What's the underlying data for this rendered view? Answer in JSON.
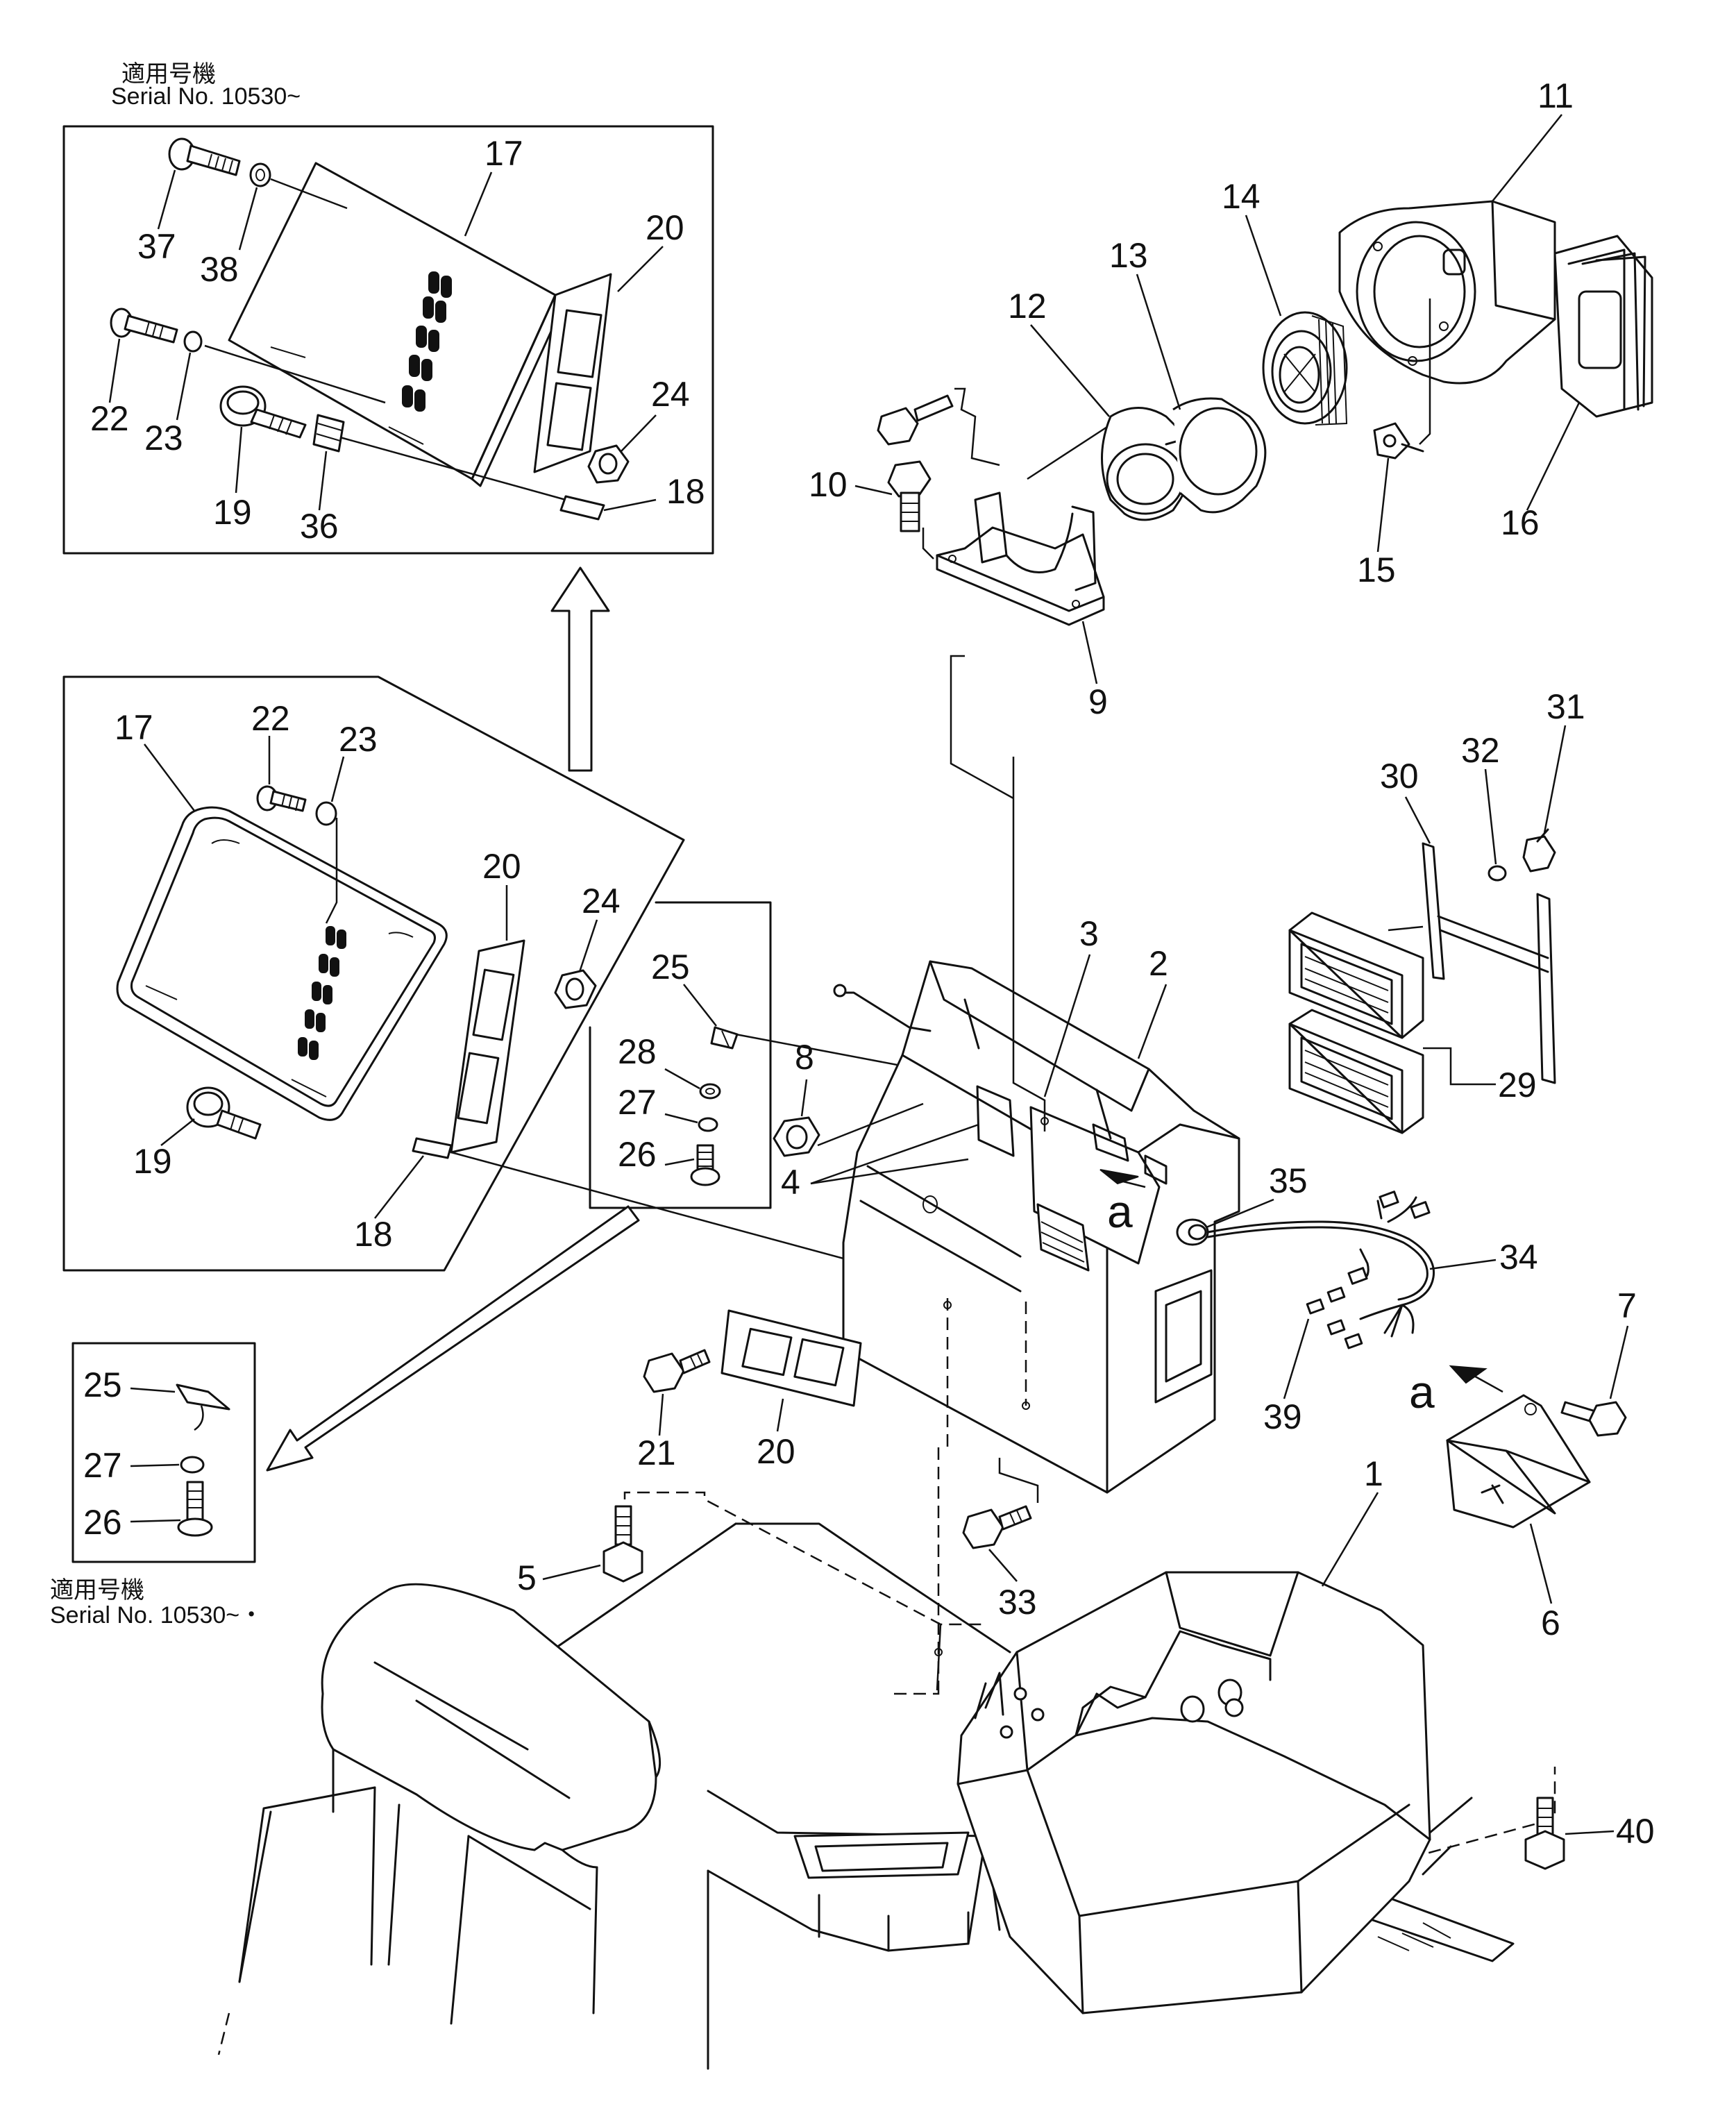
{
  "serial_note_top": {
    "jp": "適用号機",
    "en": "Serial  No.  10530~"
  },
  "serial_note_bottom": {
    "jp": "適用号機",
    "en": "Serial  No.  10530~・"
  },
  "arrow_letters": [
    "a",
    "a"
  ],
  "labels": {
    "p1": "1",
    "p2": "2",
    "p3": "3",
    "p4": "4",
    "p5": "5",
    "p6": "6",
    "p7": "7",
    "p8": "8",
    "p9": "9",
    "p10": "10",
    "p11": "11",
    "p12": "12",
    "p13": "13",
    "p14": "14",
    "p15": "15",
    "p16": "16",
    "p17a": "17",
    "p17b": "17",
    "p18a": "18",
    "p18b": "18",
    "p19a": "19",
    "p19b": "19",
    "p20a": "20",
    "p20b": "20",
    "p20c": "20",
    "p21": "21",
    "p22a": "22",
    "p22b": "22",
    "p23a": "23",
    "p23b": "23",
    "p24a": "24",
    "p24b": "24",
    "p25a": "25",
    "p25b": "25",
    "p26a": "26",
    "p26b": "26",
    "p27a": "27",
    "p27b": "27",
    "p28": "28",
    "p29": "29",
    "p30": "30",
    "p31": "31",
    "p32": "32",
    "p33": "33",
    "p34": "34",
    "p35": "35",
    "p36": "36",
    "p37": "37",
    "p38": "38",
    "p39": "39",
    "p40": "40"
  }
}
